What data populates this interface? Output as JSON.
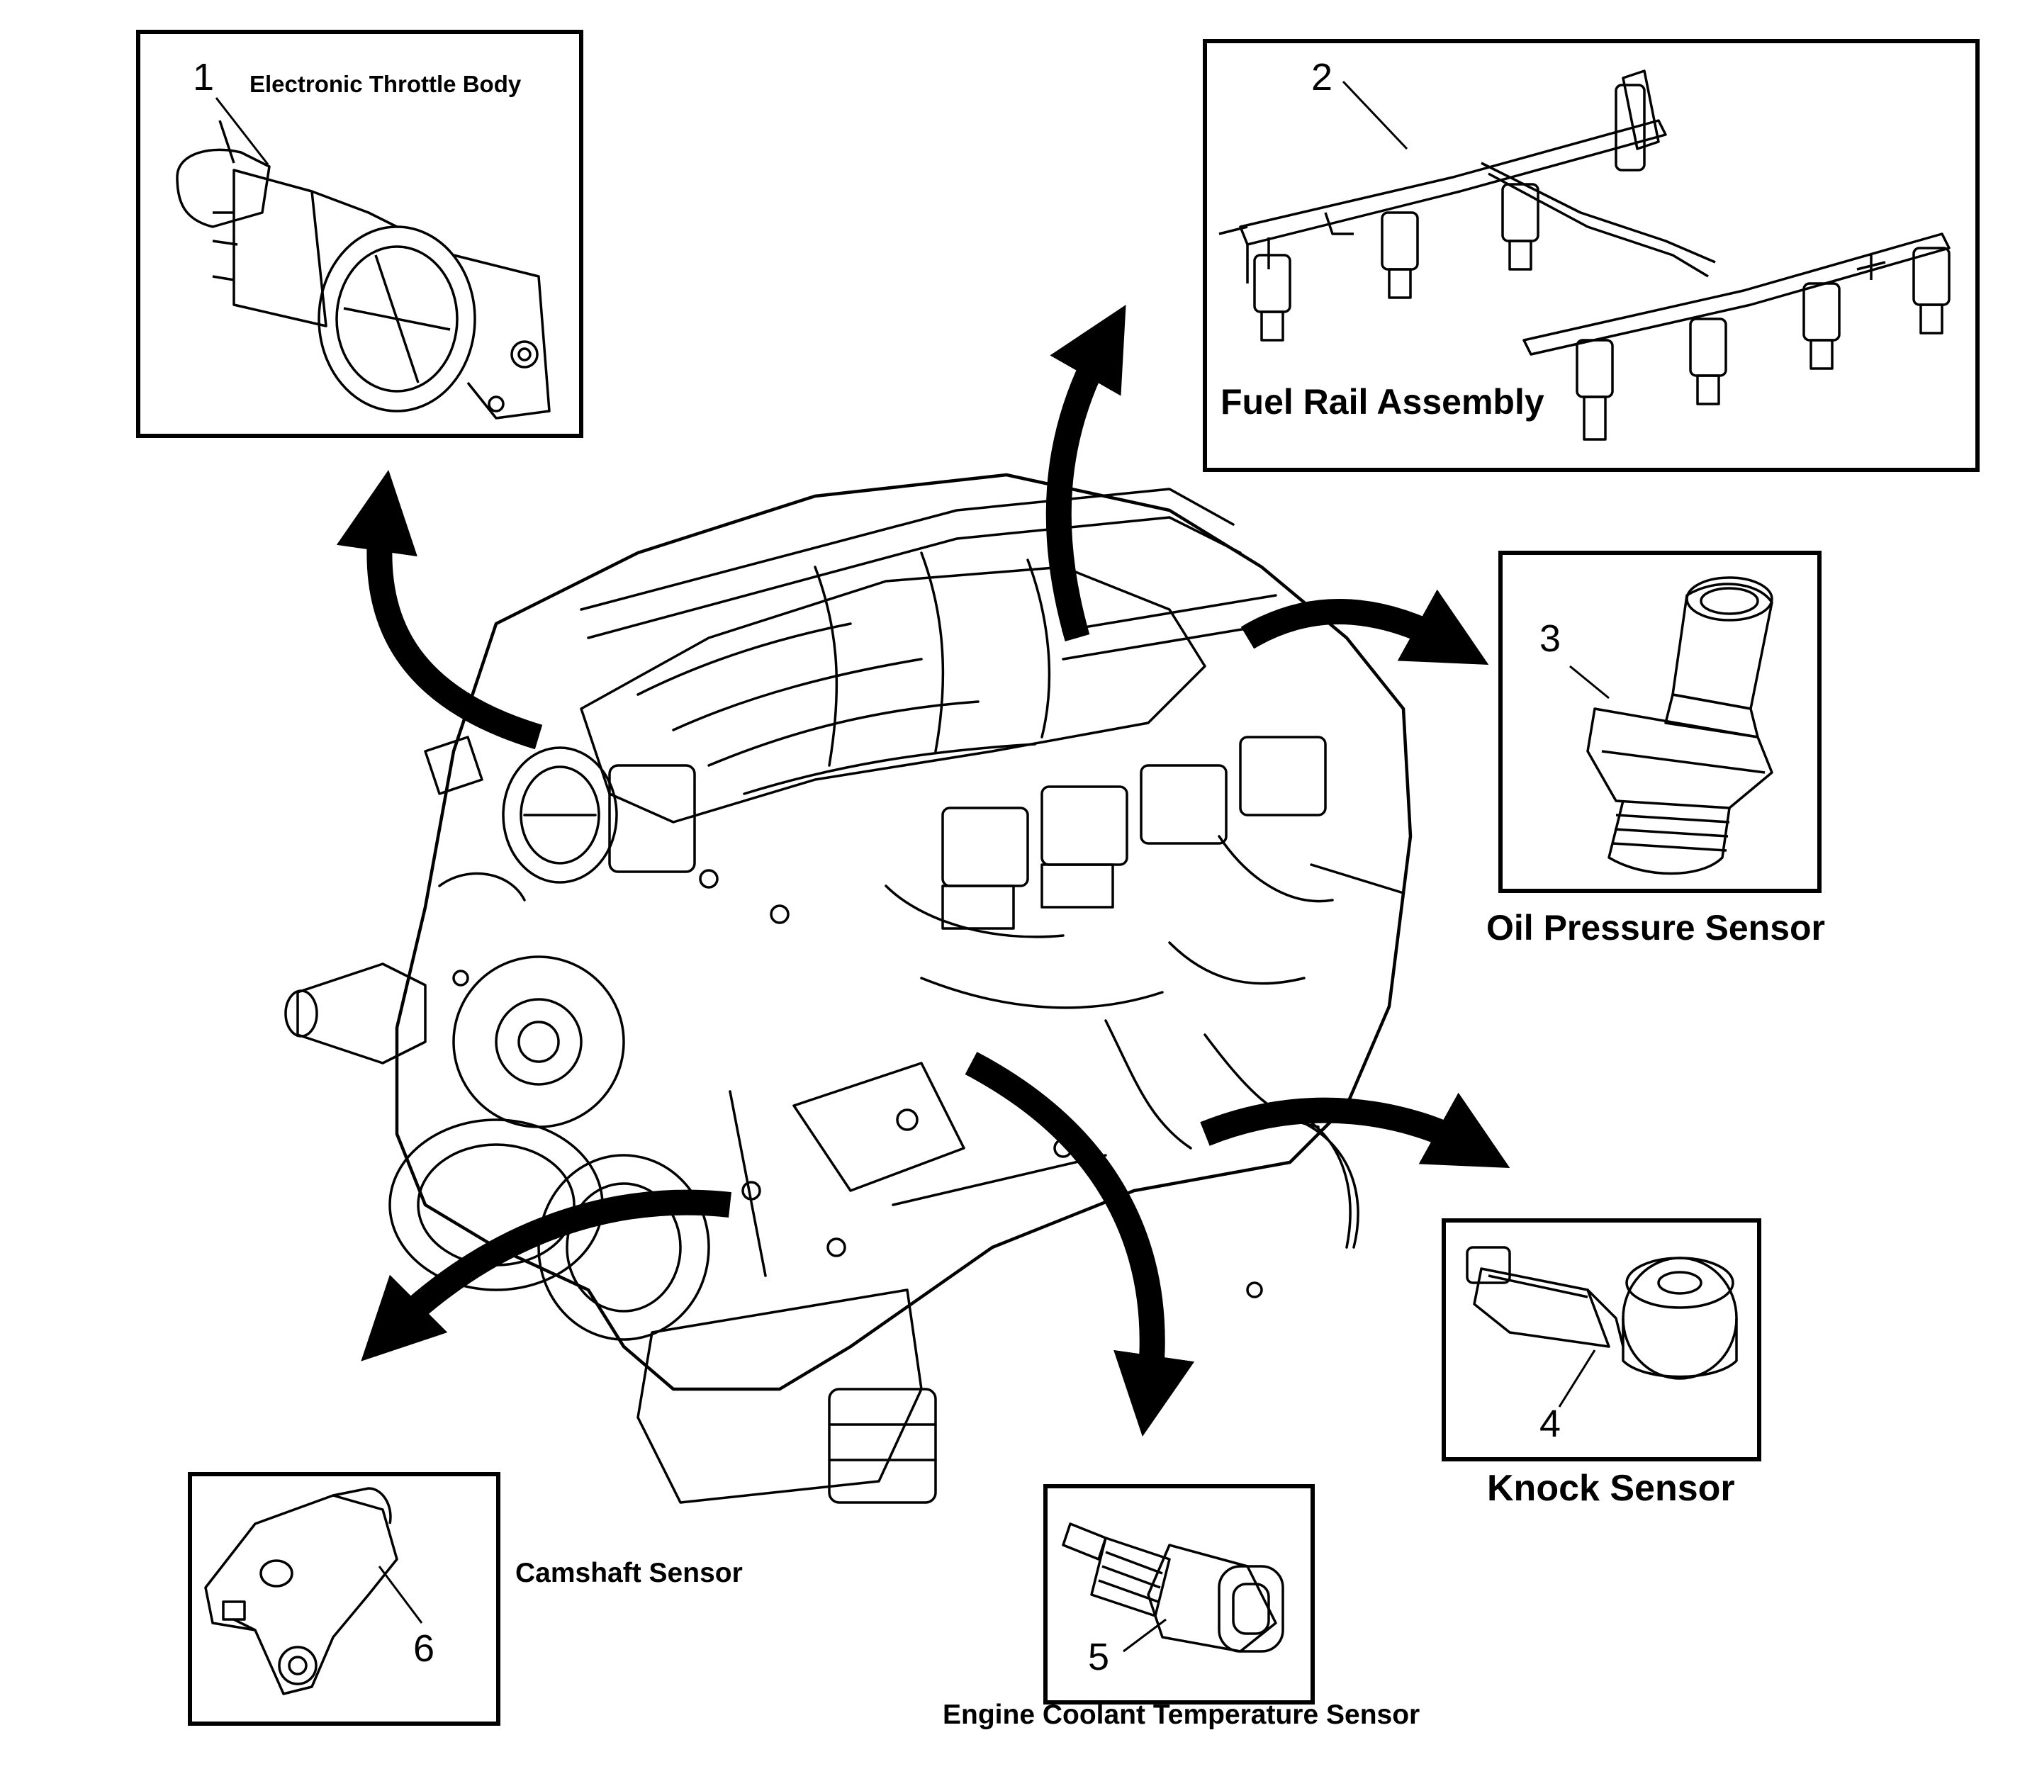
{
  "callouts": [
    {
      "number": "1",
      "label": "Electronic Throttle Body"
    },
    {
      "number": "2",
      "label": "Fuel Rail Assembly"
    },
    {
      "number": "3",
      "label": "Oil Pressure Sensor"
    },
    {
      "number": "4",
      "label": "Knock Sensor"
    },
    {
      "number": "5",
      "label": "Engine Coolant Temperature Sensor"
    },
    {
      "number": "6",
      "label": "Camshaft Sensor"
    }
  ]
}
